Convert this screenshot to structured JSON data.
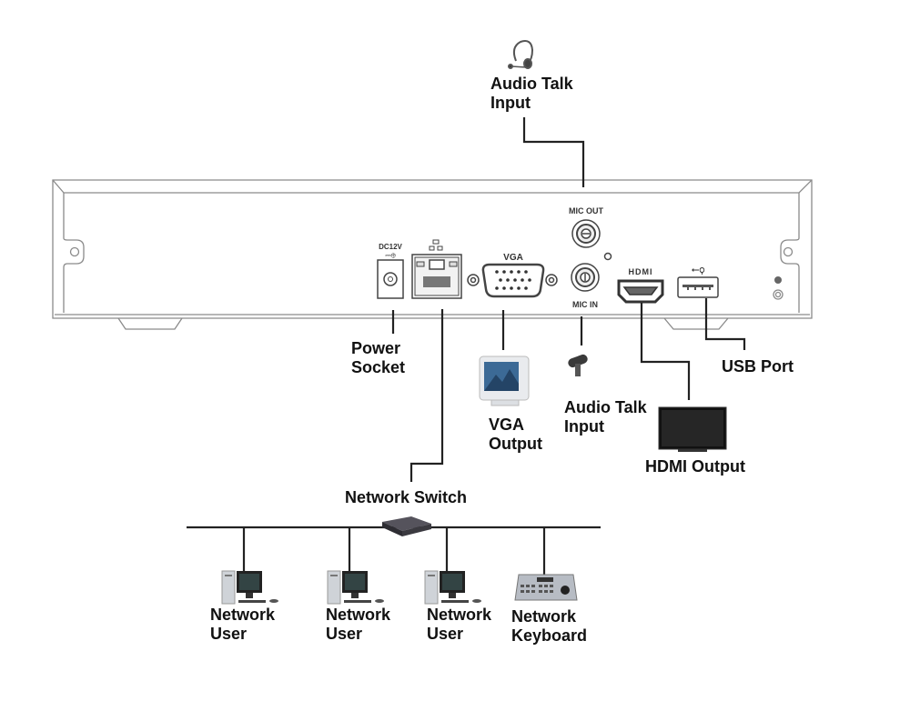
{
  "diagram": {
    "title": "NVR rear panel connection diagram",
    "panel": {
      "port_labels": {
        "power": "DC12V",
        "vga": "VGA",
        "mic_out": "MIC OUT",
        "mic_in": "MIC IN",
        "hdmi": "HDMI"
      }
    },
    "labels": {
      "audio_talk_input_top": [
        "Audio Talk",
        "Input"
      ],
      "power_socket": [
        "Power",
        "Socket"
      ],
      "vga_output": [
        "VGA",
        "Output"
      ],
      "audio_talk_input_mic": [
        "Audio Talk",
        "Input"
      ],
      "usb_port": "USB Port",
      "hdmi_output": "HDMI Output",
      "network_switch": "Network Switch",
      "network_users": [
        [
          "Network",
          "User"
        ],
        [
          "Network",
          "User"
        ],
        [
          "Network",
          "User"
        ]
      ],
      "network_keyboard": [
        "Network",
        "Keyboard"
      ]
    },
    "colors": {
      "line": "#222222",
      "panel_outline": "#777777"
    }
  }
}
